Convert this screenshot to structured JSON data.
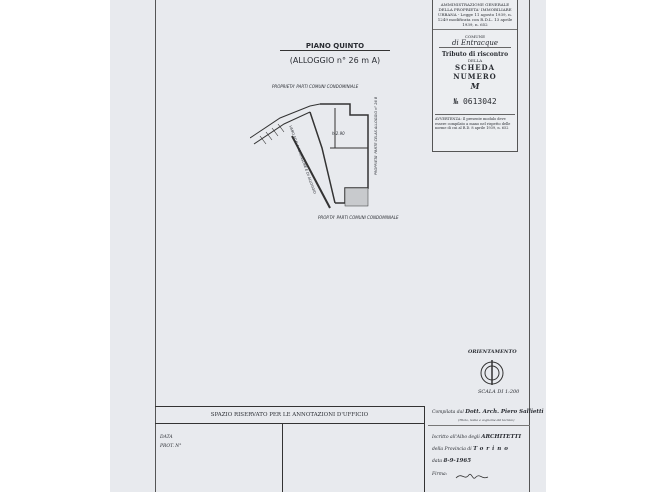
{
  "stamp": {
    "header": "AMMINISTRAZIONE GENERALE DELLA PROPRIETA' IMMOBILIARE URBANA - Legge 11 agosto 1939, n. 1249 modificata con R.D.L. 13 aprile 1939, n. 652",
    "comune_label": "COMUNE",
    "comune_value": "di Entracque",
    "tributo": "Tributo di riscontro",
    "della": "DELLA",
    "scheda": "SCHEDA NUMERO",
    "scheda_letter": "M",
    "number": "№ 0613042",
    "avvertenza": "AVVERTENZA: Il presente modulo deve essere compilato a mano nel rispetto delle norme di cui al R.D. 8 aprile 1939, n. 652"
  },
  "plan": {
    "title": "PIANO QUINTO",
    "subtitle": "(ALLOGGIO n° 26 m A)",
    "label_top": "PROPRIETA' PARTI COMUNI CONDOMINIALE",
    "label_right": "PROPRIETA' PARTE CELAS ALLOGGIO n° 26 B",
    "label_left": "VANO SCALA ASCENSORE E DI ALLOGGIO",
    "label_bottom": "PROP.TA' PARTI COMUNI CONDOMINIALE",
    "label_height": "h 2.90"
  },
  "orientation": {
    "title": "ORIENTAMENTO",
    "scale": "SCALA DI 1:200"
  },
  "office": {
    "header": "SPAZIO RISERVATO PER LE ANNOTAZIONI D'UFFICIO",
    "data_label": "DATA",
    "prot_label": "PROT. N°"
  },
  "compiler": {
    "compilata_label": "Compilata dal",
    "compilata_value": "Dott. Arch. Piero Sallietti",
    "compilata_note": "(Titolo, nome e cognome del tecnico)",
    "iscritto_label": "Iscritto all'Albo degli",
    "iscritto_value": "ARCHITETTI",
    "provincia_label": "della Provincia di",
    "provincia_value": "Torino",
    "data_label": "data",
    "data_value": "8-9-1965",
    "firma_label": "Firma:"
  }
}
